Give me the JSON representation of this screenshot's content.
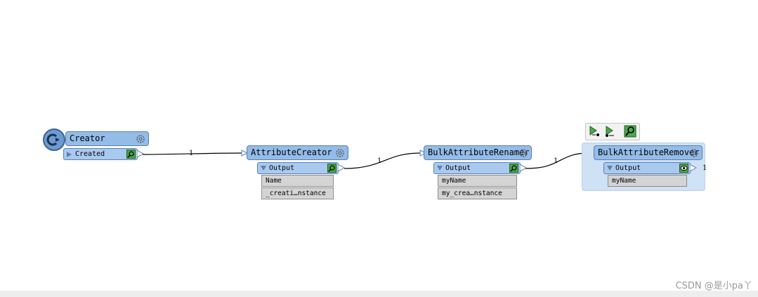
{
  "workspace": {
    "nodes": {
      "creator": {
        "title": "Creator",
        "port": "Created"
      },
      "attribute_creator": {
        "title": "AttributeCreator",
        "port": "Output",
        "attributes": [
          "Name",
          "_creati…nstance"
        ]
      },
      "bulk_renamer": {
        "title": "BulkAttributeRenamer",
        "port": "Output",
        "attributes": [
          "myName",
          "my_crea…nstance"
        ]
      },
      "bulk_remover": {
        "title": "BulkAttributeRemover",
        "port": "Output",
        "attributes": [
          "myName"
        ],
        "selected": true
      }
    },
    "connections": [
      {
        "from": "creator",
        "to": "attribute_creator",
        "count": "1"
      },
      {
        "from": "attribute_creator",
        "to": "bulk_renamer",
        "count": "1"
      },
      {
        "from": "bulk_renamer",
        "to": "bulk_remover",
        "count": "1"
      },
      {
        "from": "bulk_remover",
        "to": "",
        "count": "1"
      }
    ],
    "toolbar": {
      "buttons": [
        "run-to-this-icon",
        "run-from-this-icon",
        "inspect-icon"
      ]
    }
  },
  "watermark": "CSDN @是小pa丫",
  "colors": {
    "node_title": "#94bce8",
    "port": "#a9c9ef",
    "attribute": "#d4d4d4",
    "selection": "#cfe1f5",
    "inspector": "#4aa84a"
  }
}
